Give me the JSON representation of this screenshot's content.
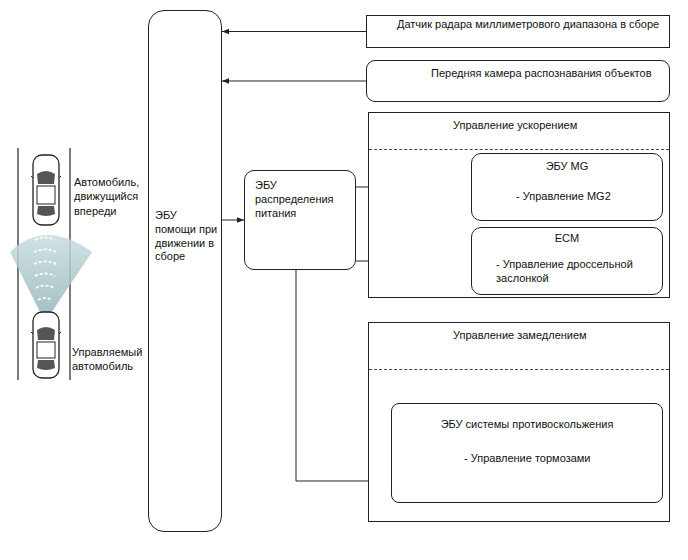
{
  "diagram": {
    "nodes": [
      {
        "text": [
          "Датчик радара миллиметрового диапазона в сборе"
        ]
      },
      {
        "text": [
          "Передняя камера распознавания объектов"
        ]
      },
      {
        "text": [
          "ЭБУ помощи при движении в сборе"
        ]
      },
      {
        "text": [
          "ЭБУ распределения питания"
        ]
      },
      {
        "text": [
          "Управление ускорением"
        ]
      },
      {
        "text": [
          "ЭБУ MG",
          "- Управление MG2"
        ],
        "in": 4
      },
      {
        "text": [
          "ECM",
          "- Управление дроссельной заслонкой"
        ],
        "in": 4
      },
      {
        "text": [
          "Управление замедлением"
        ]
      },
      {
        "text": [
          "ЭБУ системы противоскольжения",
          "- Управление тормозами"
        ],
        "in": 7
      }
    ],
    "edges": [
      {
        "from": 0,
        "to": 2,
        "arrow": "to"
      },
      {
        "from": 1,
        "to": 2,
        "arrow": "to"
      },
      {
        "from": 2,
        "to": 3,
        "arrow": "to"
      },
      {
        "from": 3,
        "to": 5,
        "arrow": "to"
      },
      {
        "from": 3,
        "to": 6,
        "arrow": "to"
      },
      {
        "from": 3,
        "to": 8,
        "arrow": "to"
      }
    ],
    "labels": [
      "Автомобиль, движущийся впереди",
      "Управляемый автомобиль"
    ]
  }
}
